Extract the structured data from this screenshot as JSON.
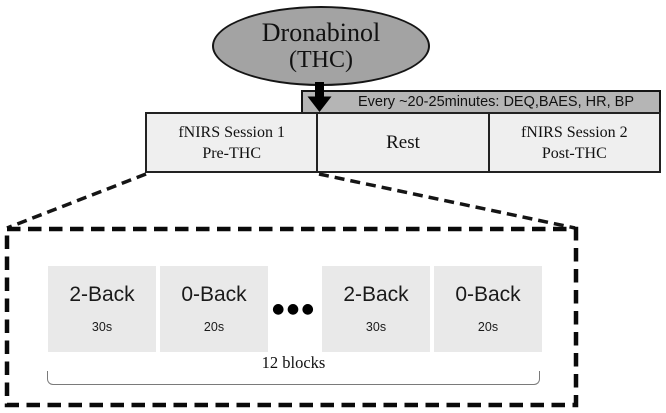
{
  "drug": {
    "line1": "Dronabinol",
    "line2": "(THC)"
  },
  "measurements": {
    "label": "Every ~20-25minutes: DEQ,BAES, HR, BP"
  },
  "timeline": [
    {
      "line1": "fNIRS Session 1",
      "line2": "Pre-THC"
    },
    {
      "line1": "Rest"
    },
    {
      "line1": "fNIRS Session 2",
      "line2": "Post-THC"
    }
  ],
  "task_sequence": {
    "blocks": [
      {
        "label": "2-Back",
        "duration": "30s"
      },
      {
        "label": "0-Back",
        "duration": "20s"
      },
      {
        "label": "2-Back",
        "duration": "30s"
      },
      {
        "label": "0-Back",
        "duration": "20s"
      }
    ],
    "ellipsis": "●●●",
    "bracket_label": "12 blocks"
  },
  "colors": {
    "ellipse_fill": "#a3a3a3",
    "bar_fill": "#b5b5b5",
    "session_box_fill": "#efefef",
    "task_block_fill": "#e9e9e9",
    "outline": "#151515",
    "bracket_line": "#7a7a7a"
  }
}
